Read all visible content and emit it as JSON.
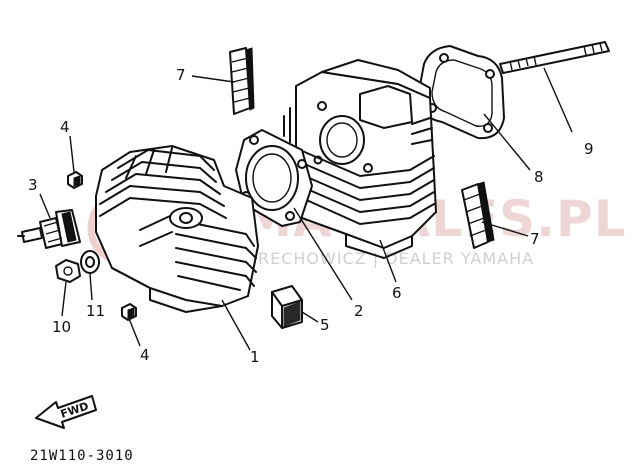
{
  "watermark": {
    "main_text": "YAMA-SALES.PL",
    "sub_text": "RECHOWICZ | DEALER YAMAHA",
    "color": "#e2b5b5"
  },
  "callouts": {
    "p1": "1",
    "p2": "2",
    "p3": "3",
    "p4_top": "4",
    "p4_bottom": "4",
    "p5": "5",
    "p6": "6",
    "p7_top": "7",
    "p7_right": "7",
    "p8": "8",
    "p9": "9",
    "p10": "10",
    "p11": "11"
  },
  "fwd_label": "FWD",
  "diagram_code": "21W110-3010"
}
